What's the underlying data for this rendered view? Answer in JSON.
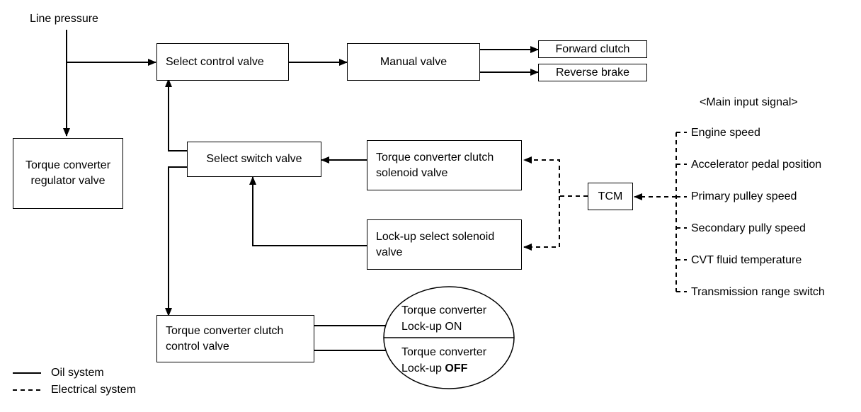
{
  "labels": {
    "line_pressure": "Line pressure",
    "main_input_signal": "<Main input signal>",
    "oil_system": "Oil system",
    "electrical_system": "Electrical system"
  },
  "boxes": {
    "select_control_valve": "Select control valve",
    "manual_valve": "Manual valve",
    "forward_clutch": "Forward clutch",
    "reverse_brake": "Reverse brake",
    "torque_converter_regulator_valve": "Torque converter regulator valve",
    "select_switch_valve": "Select switch valve",
    "tcc_solenoid_valve": "Torque converter clutch solenoid valve",
    "lockup_select_solenoid_valve": "Lock-up select solenoid valve",
    "tcm": "TCM",
    "tcc_control_valve": "Torque converter clutch control valve"
  },
  "lockup_ellipse": {
    "on_line1": "Torque converter",
    "on_line2": "Lock-up ON",
    "off_line1": "Torque converter",
    "off_line2_prefix": "Lock-up ",
    "off_line2_bold": "OFF"
  },
  "input_signals": [
    "Engine speed",
    "Accelerator pedal position",
    "Primary pulley speed",
    "Secondary pully speed",
    "CVT fluid temperature",
    "Transmission range switch"
  ]
}
